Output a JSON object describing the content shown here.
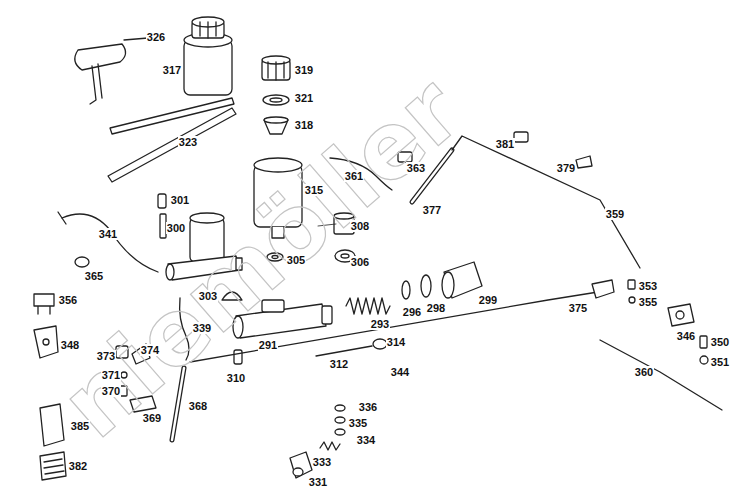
{
  "diagram": {
    "labels": [
      "326",
      "317",
      "319",
      "321",
      "318",
      "323",
      "315",
      "301",
      "341",
      "300",
      "308",
      "305",
      "306",
      "365",
      "303",
      "356",
      "339",
      "348",
      "291",
      "373",
      "374",
      "371",
      "370",
      "369",
      "385",
      "382",
      "310",
      "312",
      "314",
      "293",
      "296",
      "298",
      "299",
      "344",
      "368",
      "336",
      "335",
      "334",
      "333",
      "331",
      "361",
      "363",
      "377",
      "381",
      "379",
      "359",
      "375",
      "353",
      "355",
      "346",
      "350",
      "351",
      "360",
      "niemöller"
    ]
  }
}
